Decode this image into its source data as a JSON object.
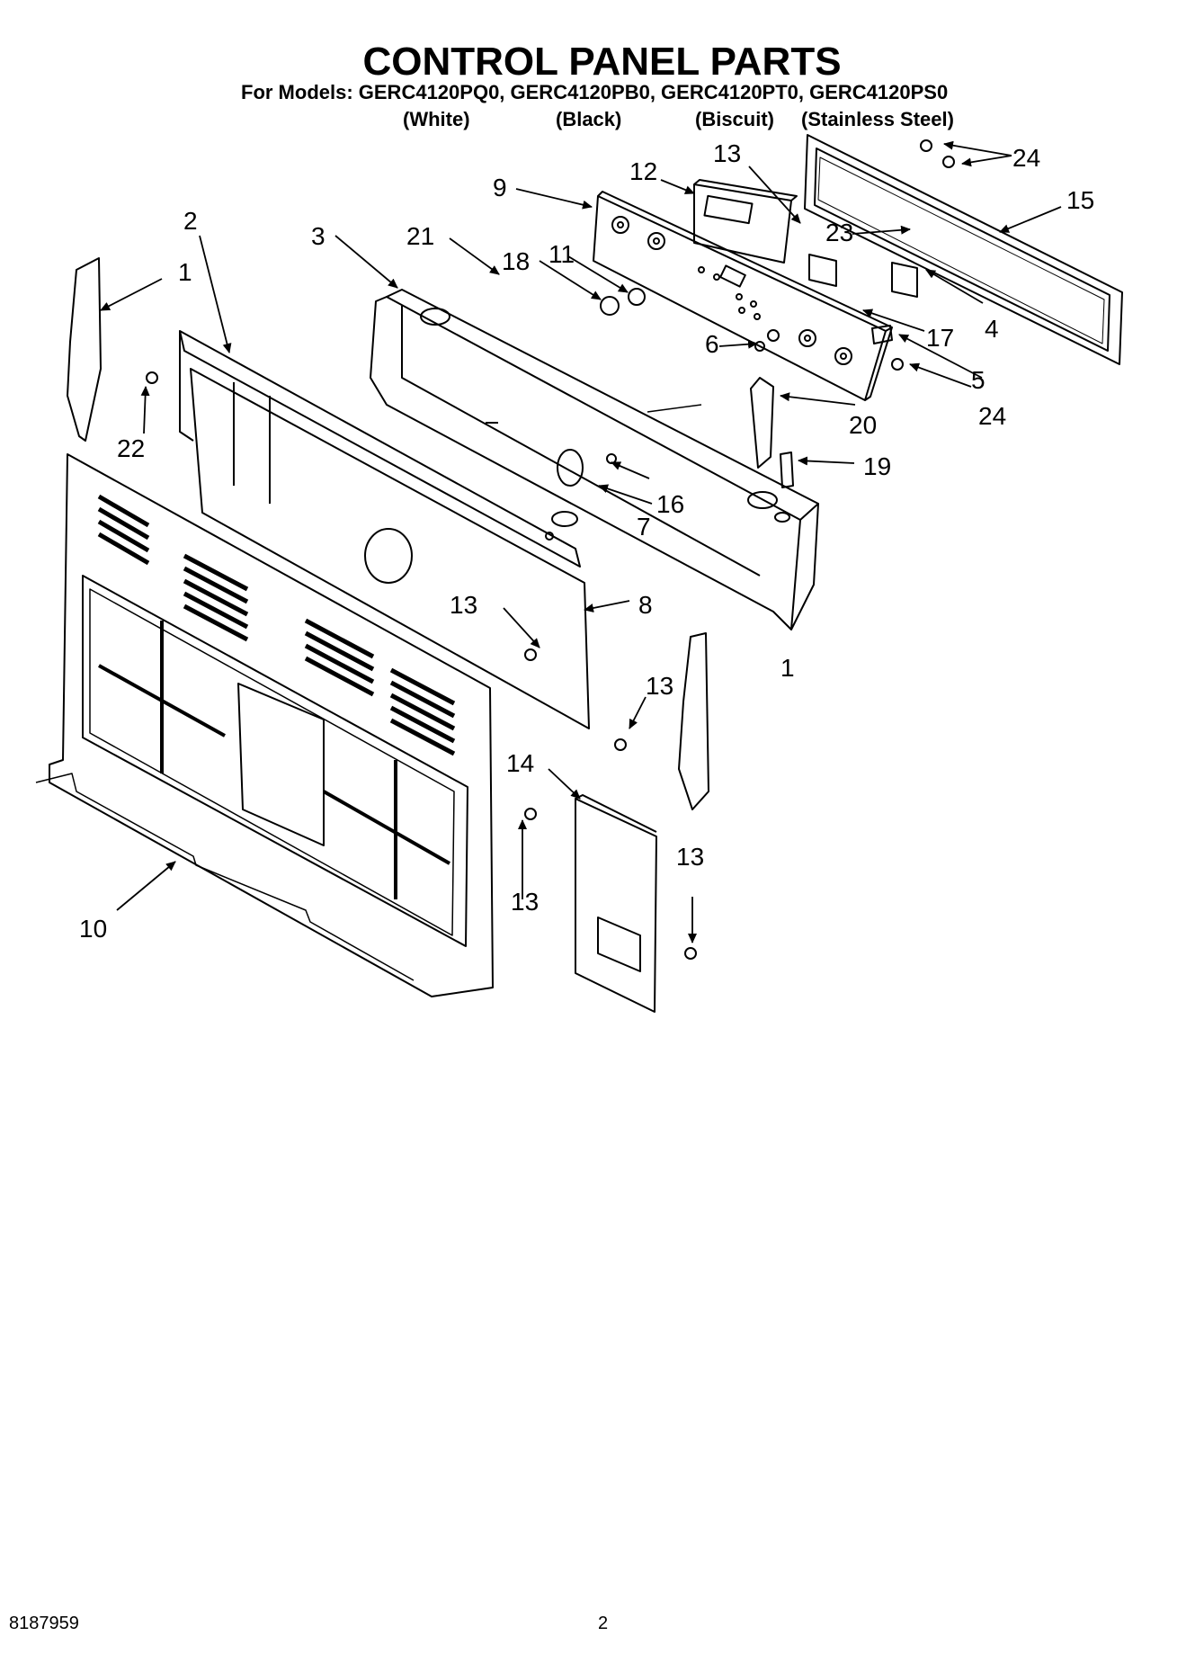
{
  "header": {
    "title": "CONTROL PANEL PARTS",
    "models_line": "For Models: GERC4120PQ0, GERC4120PB0, GERC4120PT0, GERC4120PS0",
    "variants": [
      "(White)",
      "(Black)",
      "(Biscuit)",
      "(Stainless Steel)"
    ]
  },
  "callouts": [
    "1",
    "2",
    "3",
    "4",
    "5",
    "6",
    "7",
    "8",
    "9",
    "10",
    "11",
    "12",
    "13",
    "14",
    "15",
    "16",
    "17",
    "18",
    "19",
    "20",
    "21",
    "22",
    "23",
    "24"
  ],
  "footer": {
    "doc_number": "8187959",
    "page_number": "2"
  }
}
